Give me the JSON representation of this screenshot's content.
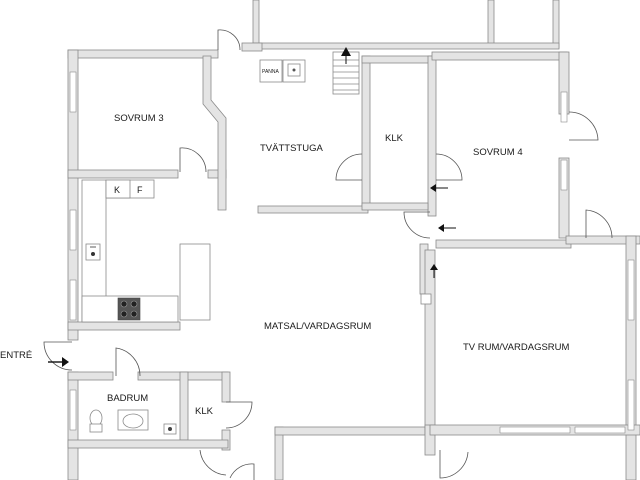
{
  "rooms": {
    "sovrum3": "SOVRUM 3",
    "tvattstuga": "TVÄTTSTUGA",
    "klk_top": "KLK",
    "sovrum4": "SOVRUM 4",
    "matsal": "MATSAL/VARDAGSRUM",
    "tv_rum": "TV RUM/VARDAGSRUM",
    "badrum": "BADRUM",
    "klk_bottom": "KLK"
  },
  "labels": {
    "entre": "ENTRÉ",
    "panna": "PANNA",
    "k": "K",
    "f": "F"
  },
  "icons": {
    "entrance": "entrance-arrow-icon",
    "stairs": "stairs-up-arrow-icon",
    "air_flow": "air-flow-arrow-icon"
  }
}
